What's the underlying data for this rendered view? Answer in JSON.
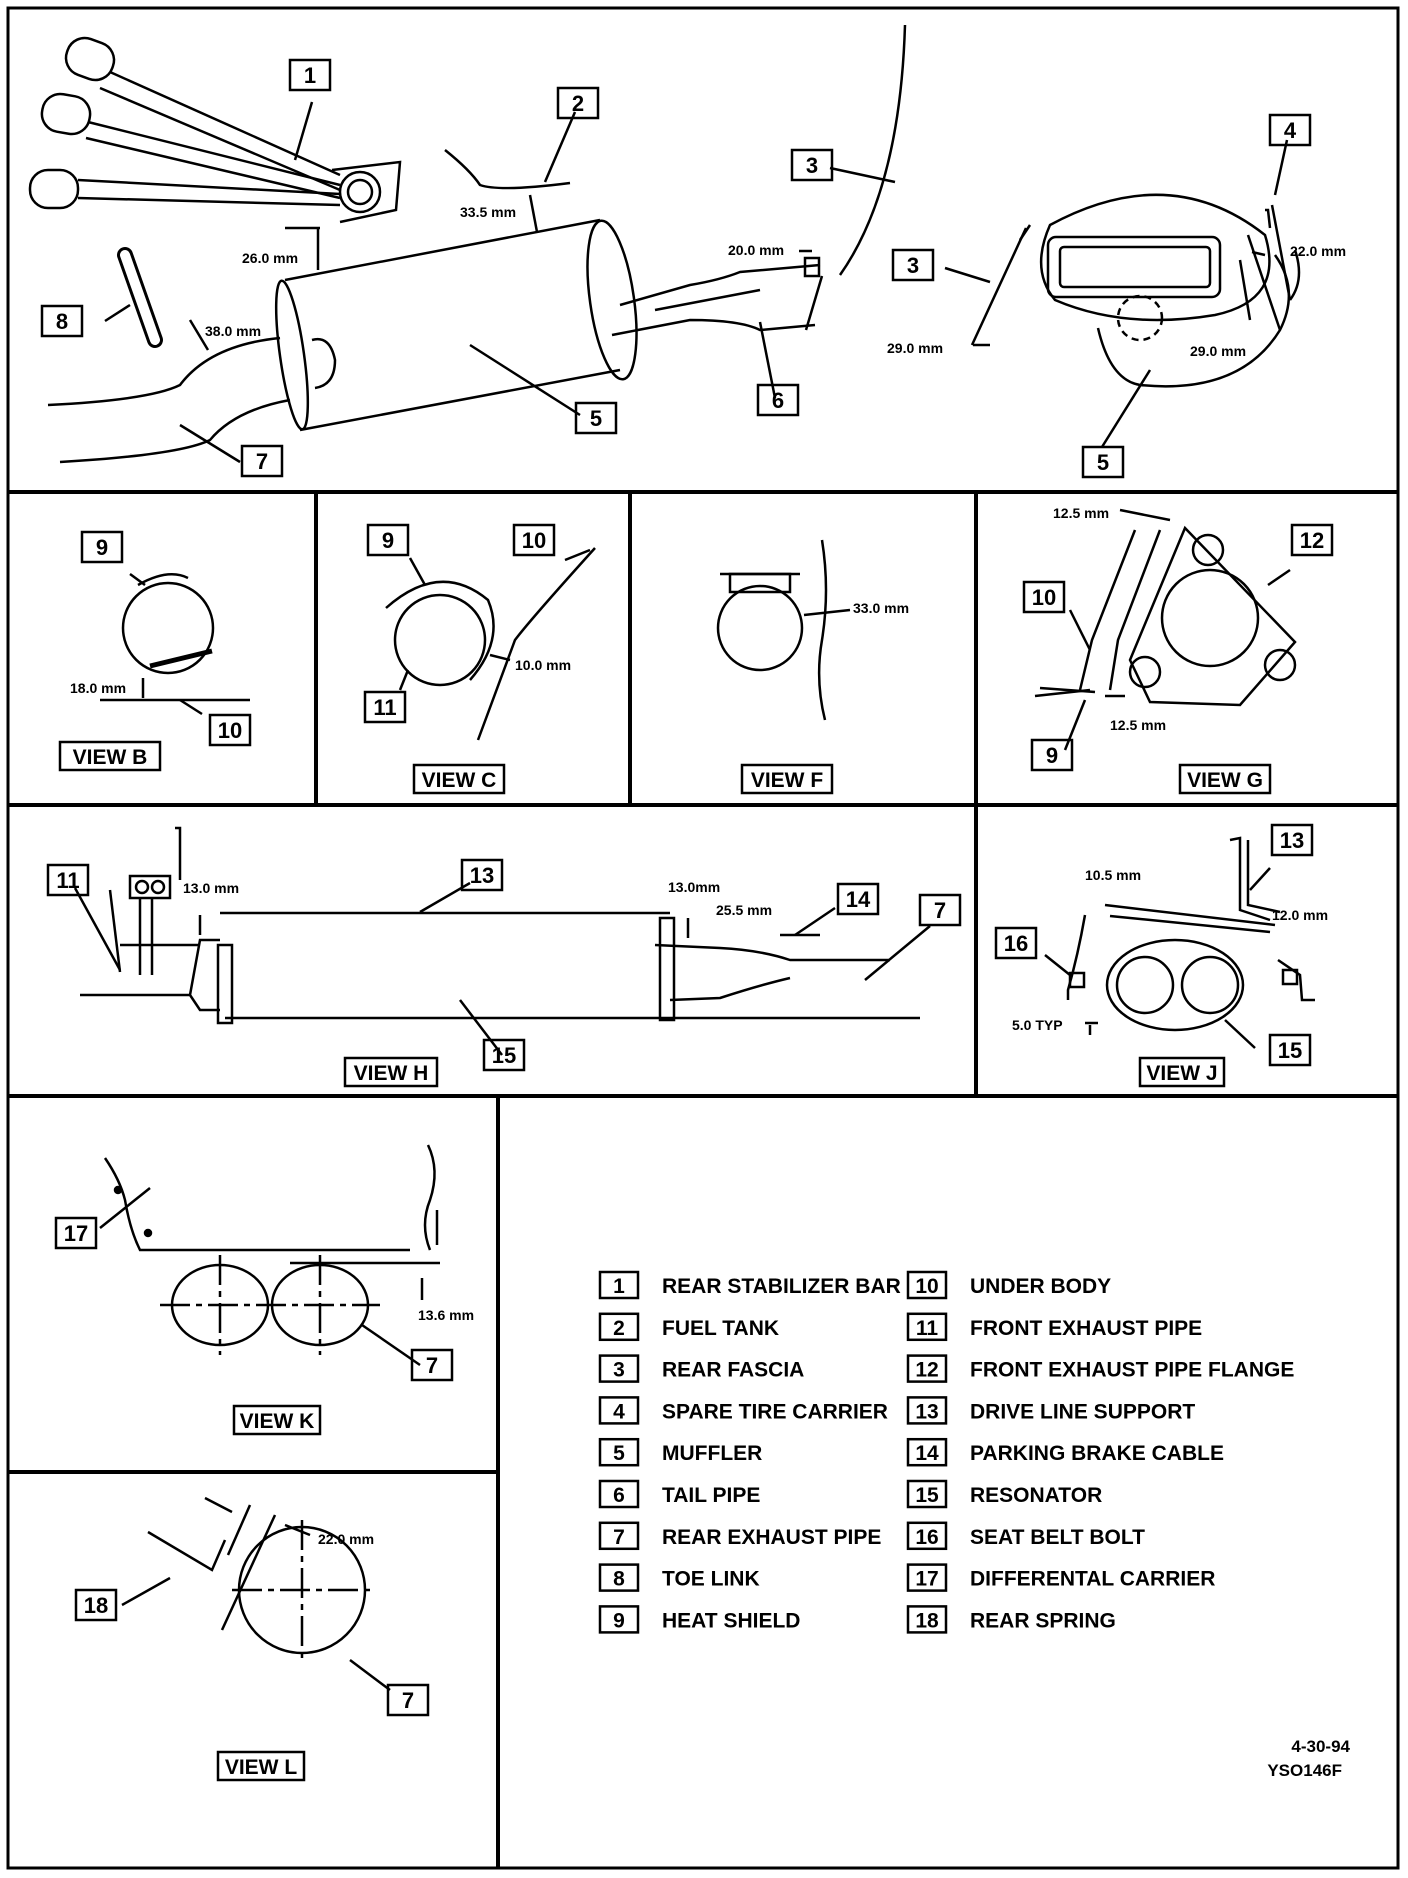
{
  "views": {
    "b": "VIEW B",
    "c": "VIEW C",
    "f": "VIEW F",
    "g": "VIEW G",
    "h": "VIEW H",
    "j": "VIEW J",
    "k": "VIEW K",
    "l": "VIEW L"
  },
  "dims": {
    "main_33_5": "33.5 mm",
    "main_26": "26.0 mm",
    "main_38": "38.0 mm",
    "main_20": "20.0 mm",
    "main_22": "22.0 mm",
    "main_29_left": "29.0 mm",
    "main_29_right": "29.0 mm",
    "b_18": "18.0 mm",
    "c_10": "10.0 mm",
    "f_33": "33.0 mm",
    "g_12_5_top": "12.5 mm",
    "g_12_5_bottom": "12.5 mm",
    "h_13_left": "13.0 mm",
    "h_13_right": "13.0mm",
    "h_25_5": "25.5 mm",
    "j_10_5": "10.5 mm",
    "j_12": "12.0 mm",
    "j_5_typ": "5.0 TYP",
    "k_13_6": "13.6 mm",
    "l_22": "22.0 mm"
  },
  "legend": [
    {
      "num": "1",
      "label": "REAR STABILIZER BAR"
    },
    {
      "num": "2",
      "label": "FUEL TANK"
    },
    {
      "num": "3",
      "label": "REAR FASCIA"
    },
    {
      "num": "4",
      "label": "SPARE TIRE CARRIER"
    },
    {
      "num": "5",
      "label": "MUFFLER"
    },
    {
      "num": "6",
      "label": "TAIL PIPE"
    },
    {
      "num": "7",
      "label": "REAR EXHAUST PIPE"
    },
    {
      "num": "8",
      "label": "TOE LINK"
    },
    {
      "num": "9",
      "label": "HEAT SHIELD"
    },
    {
      "num": "10",
      "label": "UNDER BODY"
    },
    {
      "num": "11",
      "label": "FRONT EXHAUST PIPE"
    },
    {
      "num": "12",
      "label": "FRONT EXHAUST PIPE FLANGE"
    },
    {
      "num": "13",
      "label": "DRIVE LINE SUPPORT"
    },
    {
      "num": "14",
      "label": "PARKING BRAKE CABLE"
    },
    {
      "num": "15",
      "label": "RESONATOR"
    },
    {
      "num": "16",
      "label": "SEAT BELT BOLT"
    },
    {
      "num": "17",
      "label": "DIFFERENTAL CARRIER"
    },
    {
      "num": "18",
      "label": "REAR SPRING"
    }
  ],
  "code": {
    "date": "4-30-94",
    "id": "YSO146F"
  }
}
